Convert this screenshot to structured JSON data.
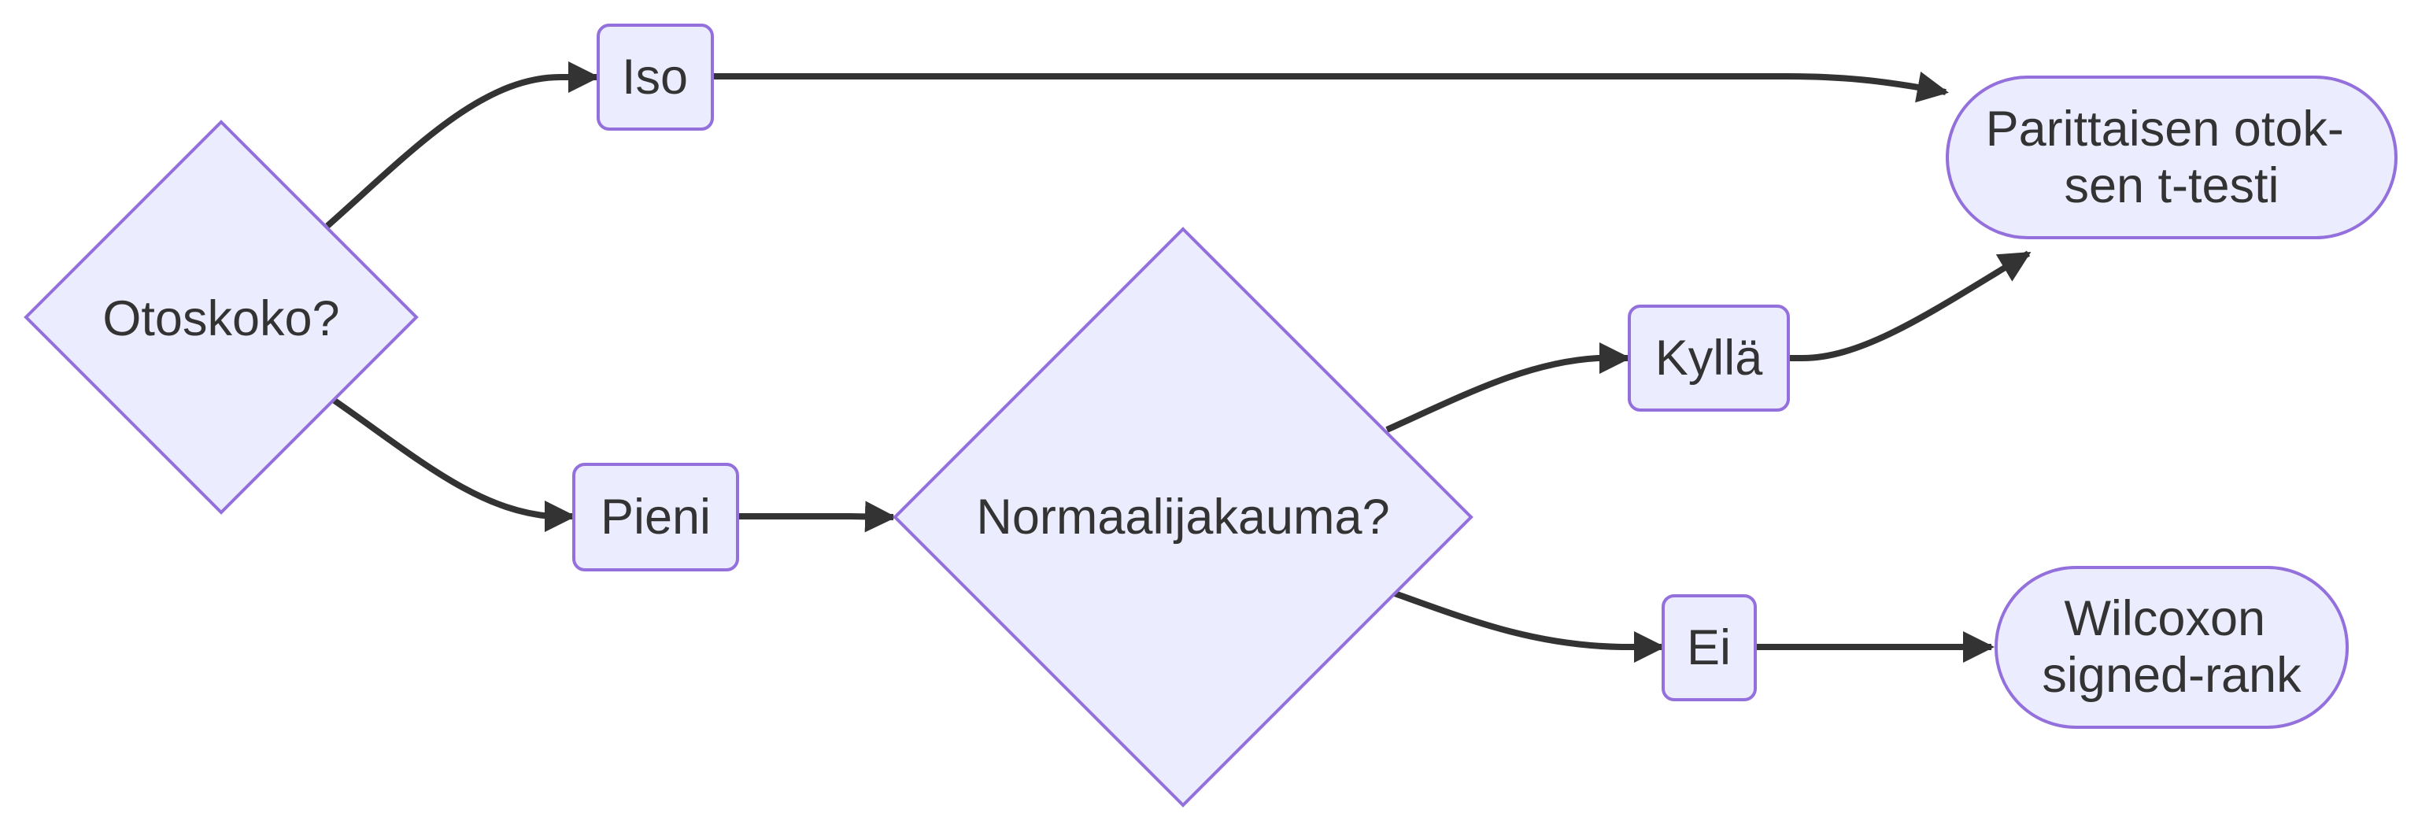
{
  "diagram": {
    "type": "flowchart",
    "nodes": {
      "otoskoko": {
        "label": "Otoskoko?",
        "shape": "decision"
      },
      "iso": {
        "label": "Iso",
        "shape": "rounded-rect"
      },
      "pieni": {
        "label": "Pieni",
        "shape": "rounded-rect"
      },
      "normaalijakauma": {
        "label": "Normaalijakauma?",
        "shape": "decision"
      },
      "kylla": {
        "label": "Kyllä",
        "shape": "rounded-rect"
      },
      "ei": {
        "label": "Ei",
        "shape": "rounded-rect"
      },
      "t_testi": {
        "label_lines": [
          "Parittaisen otok-",
          "sen t-testi"
        ],
        "shape": "stadium"
      },
      "wilcoxon": {
        "label_lines": [
          "Wilcoxon",
          "signed-rank"
        ],
        "shape": "stadium"
      }
    },
    "edges": [
      {
        "from": "otoskoko",
        "to": "iso"
      },
      {
        "from": "otoskoko",
        "to": "pieni"
      },
      {
        "from": "iso",
        "to": "t_testi"
      },
      {
        "from": "pieni",
        "to": "normaalijakauma"
      },
      {
        "from": "normaalijakauma",
        "to": "kylla"
      },
      {
        "from": "normaalijakauma",
        "to": "ei"
      },
      {
        "from": "kylla",
        "to": "t_testi"
      },
      {
        "from": "ei",
        "to": "wilcoxon"
      }
    ],
    "colors": {
      "node_fill": "#ececff",
      "node_stroke": "#9370db",
      "edge": "#333333",
      "text": "#333333"
    }
  }
}
